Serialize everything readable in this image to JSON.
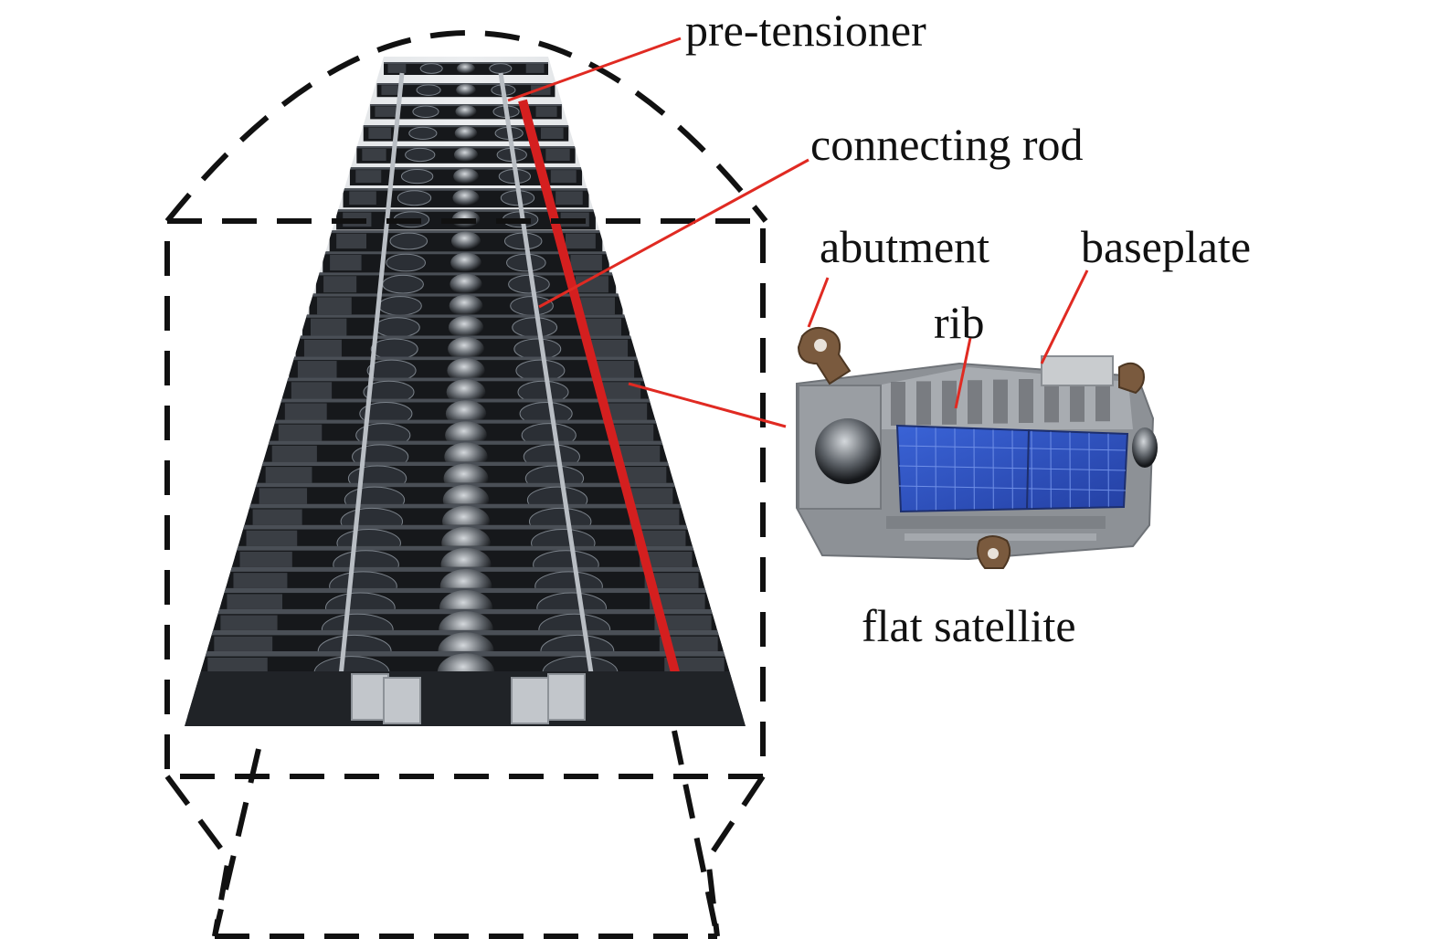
{
  "labels": {
    "pre_tensioner": "pre-tensioner",
    "connecting_rod": "connecting rod",
    "abutment": "abutment",
    "baseplate": "baseplate",
    "rib": "rib",
    "flat_satellite": "flat satellite"
  },
  "colors": {
    "leader_line": "#e02a22",
    "outline_dash": "#111111",
    "tension_strap": "#d41f1f",
    "solar_panel": "#2f55c4",
    "satellite_body": "#8f9296",
    "stack_dark": "#16181b"
  }
}
